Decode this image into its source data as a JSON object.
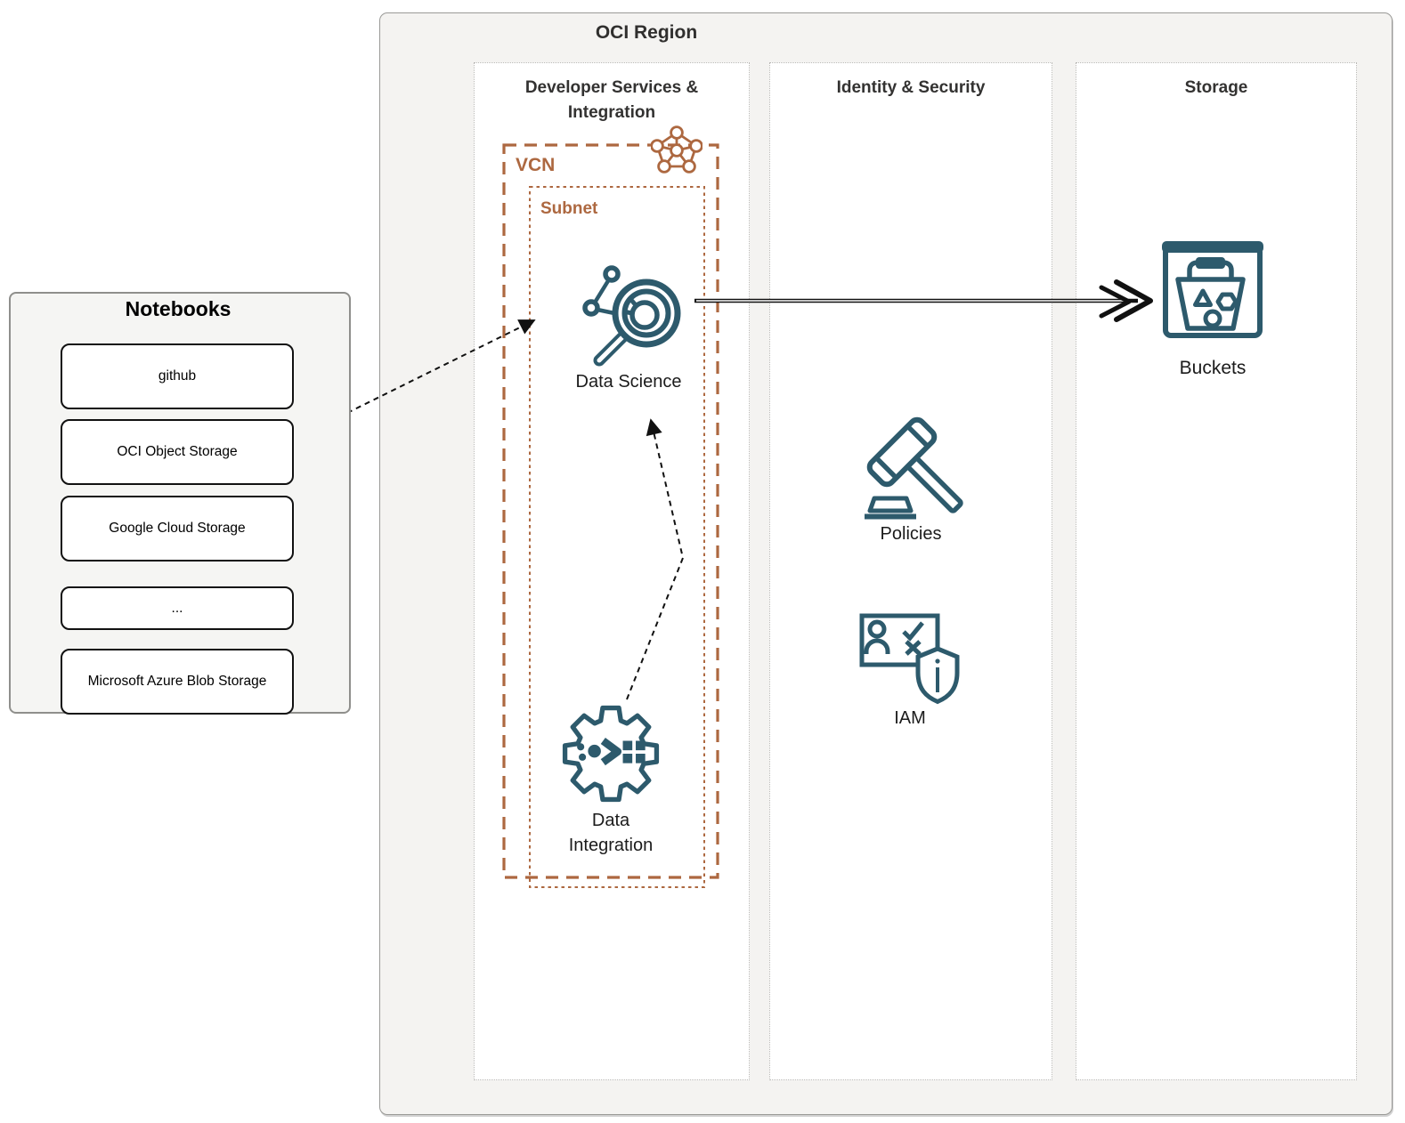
{
  "diagram": {
    "region_title": "OCI Region",
    "notebooks": {
      "title": "Notebooks",
      "items": [
        "github",
        "OCI Object Storage",
        "Google Cloud Storage",
        "...",
        "Microsoft Azure Blob Storage"
      ]
    },
    "columns": [
      {
        "label": "Developer Services & Integration"
      },
      {
        "label": "Identity & Security"
      },
      {
        "label": "Storage"
      }
    ],
    "vcn_label": "VCN",
    "subnet_label": "Subnet",
    "nodes": {
      "data_science": "Data Science",
      "data_integration": "Data Integration",
      "policies": "Policies",
      "iam": "IAM",
      "buckets": "Buckets"
    },
    "icons": {
      "vcn": "network-mesh-icon",
      "data_science": "magnifier-analytics-icon",
      "data_integration": "gear-pipeline-icon",
      "policies": "gavel-icon",
      "iam": "identity-card-shield-icon",
      "buckets": "storage-bucket-icon"
    },
    "colors": {
      "accent_brown": "#AD6840",
      "icon_teal": "#2D5A6C",
      "region_bg": "#F4F3F1",
      "arrow": "#111111"
    }
  }
}
